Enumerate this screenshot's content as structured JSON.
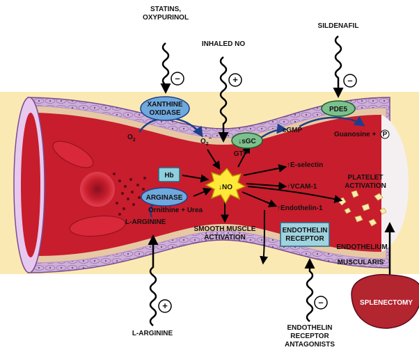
{
  "drugs": {
    "statins": [
      "STATINS,",
      "OXYPURINOL"
    ],
    "inhaled_no": "INHALED NO",
    "sildenafil": "SILDENAFIL",
    "l_arginine_drug": "L-ARGININE",
    "endothelin_antagonists": [
      "ENDOTHELIN",
      "RECEPTOR",
      "ANTAGONISTS"
    ]
  },
  "signs": {
    "minus": "–",
    "plus": "+"
  },
  "enzymes": {
    "xanthine_oxidase": [
      "XANTHINE",
      "OXIDASE"
    ],
    "arginase": "ARGINASE",
    "sgc": "↓sGC",
    "pde5": "PDE5",
    "hb": "Hb"
  },
  "molecules": {
    "o2": "O",
    "o2_sub": "2",
    "superoxide": "O",
    "superoxide_sub": "2",
    "superoxide_sup": "–",
    "gtp": "GTP",
    "cgmp": "cGMP",
    "guanosine": "Guanosine +",
    "phosphate": "P",
    "ornithine_urea": "Ornithine + Urea",
    "l_arginine": "L-ARGININE",
    "no_center": "↓NO"
  },
  "effects": {
    "e_selectin": "↑E-selectin",
    "vcam": "↑VCAM-1",
    "endothelin1": "↑Endothelin-1",
    "smooth_muscle": [
      "SMOOTH MUSCLE",
      "ACTIVATION"
    ],
    "platelet": [
      "PLATELET",
      "ACTIVATION"
    ]
  },
  "structures": {
    "endothelin_receptor": [
      "ENDOTHELIN",
      "RECEPTOR"
    ],
    "endothelium": "ENDOTHELIUM",
    "muscularis": "MUSCULARIS",
    "splenectomy": "SPLENECTOMY"
  },
  "colors": {
    "lumen": "#c81d2c",
    "wall": "#cdb0d8",
    "wall_band": "#e6c9a4",
    "background_band": "#fbe9b4",
    "enzyme_blue": "#6fa8dc",
    "enzyme_green": "#7cc08d",
    "receptor": "#9fd3df",
    "no_star": "#ffe83a",
    "spleen": "#b3252f"
  }
}
